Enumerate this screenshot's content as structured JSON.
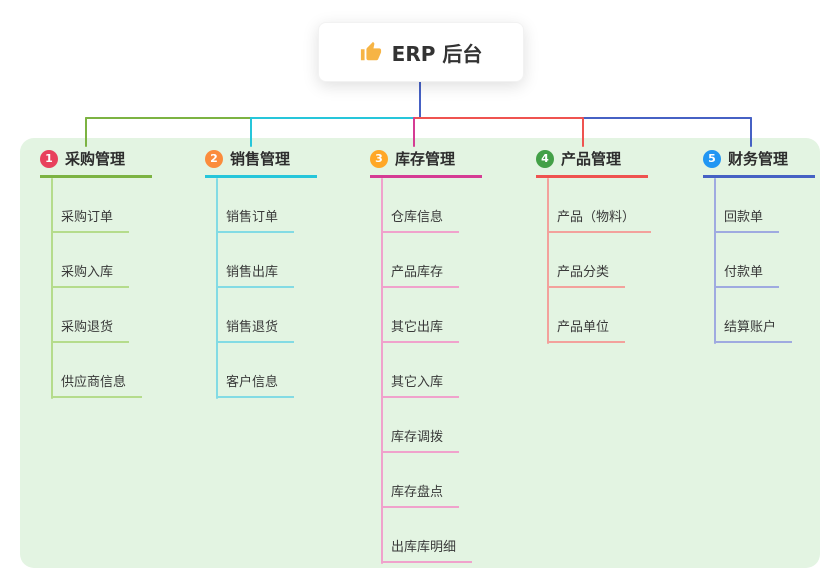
{
  "root": {
    "label": "ERP 后台",
    "icon": "thumbs-up-icon",
    "icon_color": "#F6B445"
  },
  "panel": {
    "background": "#E3F4E2"
  },
  "connector": {
    "stem_color": "#4661C4"
  },
  "branches": [
    {
      "number": "1",
      "label": "采购管理",
      "badge_color": "#E8415C",
      "line_color": "#7CB342",
      "child_line_color": "#B5DC8C",
      "children": [
        "采购订单",
        "采购入库",
        "采购退货",
        "供应商信息"
      ]
    },
    {
      "number": "2",
      "label": "销售管理",
      "badge_color": "#FB8C3C",
      "line_color": "#26C6DA",
      "child_line_color": "#83DBE4",
      "children": [
        "销售订单",
        "销售出库",
        "销售退货",
        "客户信息"
      ]
    },
    {
      "number": "3",
      "label": "库存管理",
      "badge_color": "#FFA726",
      "line_color": "#D53C94",
      "child_line_color": "#F0A2CC",
      "children": [
        "仓库信息",
        "产品库存",
        "其它出库",
        "其它入库",
        "库存调拨",
        "库存盘点",
        "出库库明细"
      ]
    },
    {
      "number": "4",
      "label": "产品管理",
      "badge_color": "#43A047",
      "line_color": "#EF5350",
      "child_line_color": "#F3A19C",
      "children": [
        "产品（物料）",
        "产品分类",
        "产品单位"
      ]
    },
    {
      "number": "5",
      "label": "财务管理",
      "badge_color": "#2196F3",
      "line_color": "#4661C4",
      "child_line_color": "#9FAAE0",
      "children": [
        "回款单",
        "付款单",
        "结算账户"
      ]
    }
  ]
}
